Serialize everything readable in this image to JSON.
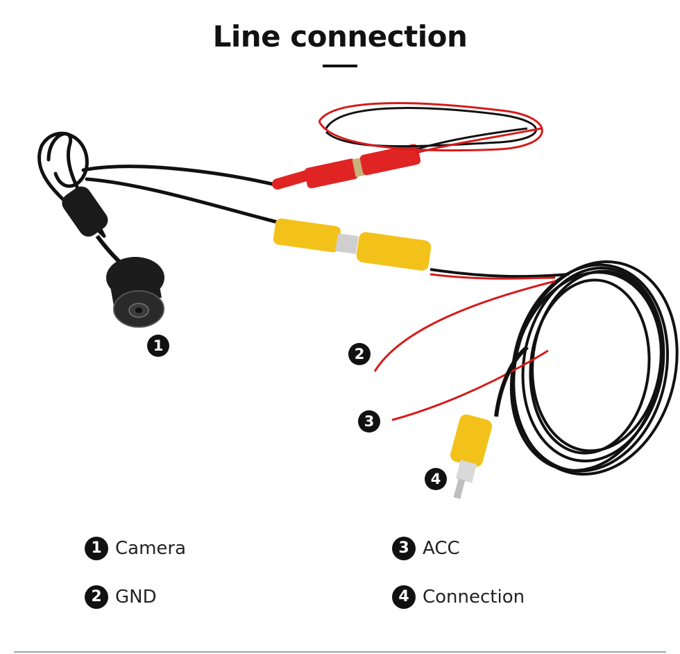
{
  "title": "Line connection",
  "callouts": [
    {
      "num": "1",
      "icon": "camera"
    },
    {
      "num": "2",
      "icon": "red-wire-gnd"
    },
    {
      "num": "3",
      "icon": "red-wire-acc"
    },
    {
      "num": "4",
      "icon": "yellow-rca-plug"
    }
  ],
  "legend": [
    {
      "num": "1",
      "label": "Camera"
    },
    {
      "num": "2",
      "label": "GND"
    },
    {
      "num": "3",
      "label": "ACC"
    },
    {
      "num": "4",
      "label": "Connection"
    }
  ],
  "colors": {
    "cable": "#111111",
    "red_wire": "#d61a1a",
    "yellow_connector": "#f2c21b",
    "red_connector": "#e02424"
  }
}
